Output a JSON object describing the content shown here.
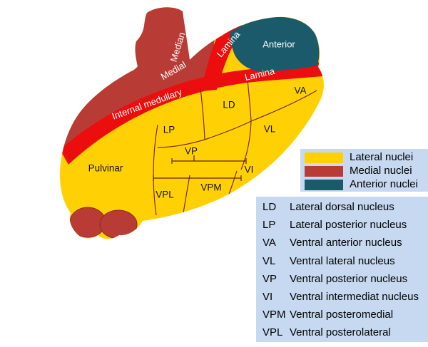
{
  "colors": {
    "lateral": "#FFD105",
    "medial": "#B93B35",
    "band": "#EC0E0E",
    "anterior": "#1A5A6B",
    "panel": "#C6D9F0",
    "line": "#7A2B22"
  },
  "diagram": {
    "region_labels": {
      "median": "Median",
      "medial": "Medial",
      "internal_medullary": "Internal medullary",
      "lamina_upper": "Lamina",
      "lamina_lower": "Lamina",
      "anterior": "Anterior",
      "va": "VA",
      "ld": "LD",
      "vl": "VL",
      "lp": "LP",
      "vp": "VP",
      "vi": "VI",
      "vpm": "VPM",
      "vpl": "VPL",
      "pulvinar": "Pulvinar"
    }
  },
  "legend": {
    "items": [
      {
        "label": "Lateral nuclei"
      },
      {
        "label": "Medial nuclei"
      },
      {
        "label": "Anterior nuclei"
      }
    ]
  },
  "abbreviations": {
    "rows": [
      {
        "code": "LD",
        "name": "Lateral dorsal nucleus"
      },
      {
        "code": "LP",
        "name": "Lateral posterior nucleus"
      },
      {
        "code": "VA",
        "name": "Ventral anterior nucleus"
      },
      {
        "code": "VL",
        "name": "Ventral lateral nucleus"
      },
      {
        "code": "VP",
        "name": "Ventral posterior nucleus"
      },
      {
        "code": "VI",
        "name": "Ventral intermediat nucleus"
      },
      {
        "code": "VPM",
        "name": "Ventral posteromedial"
      },
      {
        "code": "VPL",
        "name": "Ventral posterolateral"
      }
    ]
  }
}
